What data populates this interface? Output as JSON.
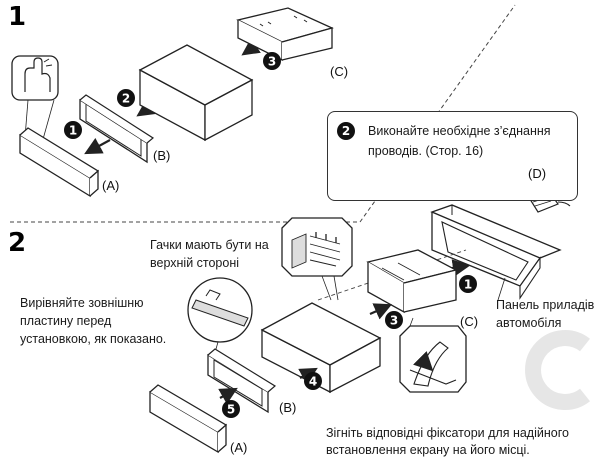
{
  "steps": {
    "step1": "1",
    "step2": "2"
  },
  "labels": {
    "A1": "(A)",
    "B1": "(B)",
    "C1": "(C)",
    "D": "(D)",
    "A2": "(A)",
    "B2": "(B)",
    "C2": "(C)"
  },
  "markers": {
    "m1": "1",
    "m2": "2",
    "m3": "3",
    "m4": "4",
    "m5": "5"
  },
  "callout": {
    "marker": "2",
    "line1": "Виконайте необхідне з’єднання",
    "line2": "проводів. (Стор. 16)"
  },
  "notes": {
    "hooks_line1": "Гачки мають бути на",
    "hooks_line2": "верхній стороні",
    "align_line1": "Вирівняйте зовнішню",
    "align_line2": "пластину перед",
    "align_line3": "установкою, як показано.",
    "dash_line1": "Панель приладів",
    "dash_line2": "автомобіля",
    "bend_line1": "Зігніть відповідні фіксатори для надійного",
    "bend_line2": "встановлення екрану на його місці."
  },
  "colors": {
    "line": "#222222",
    "marker_fill": "#111111",
    "marker_text": "#ffffff",
    "watermark": "#e6e6e6"
  }
}
